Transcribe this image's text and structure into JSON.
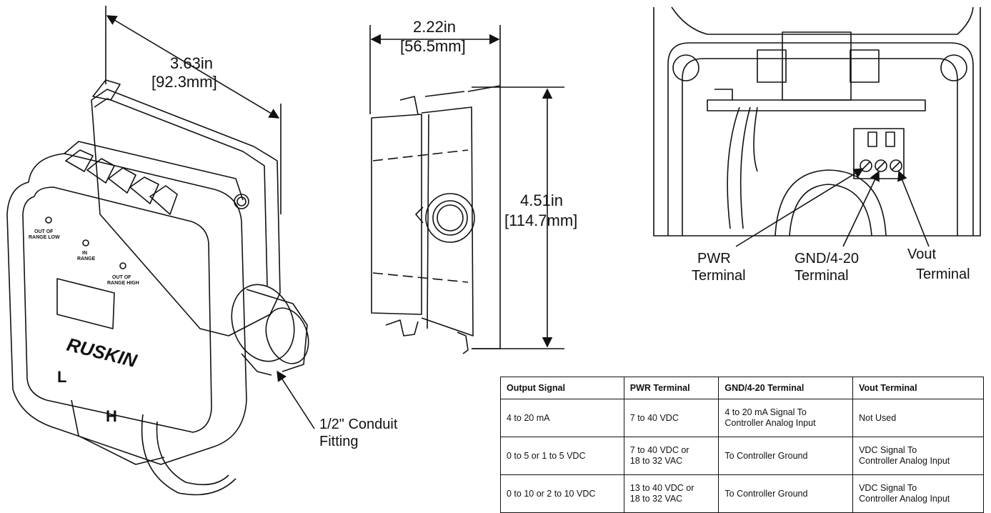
{
  "labels": {
    "width_in": "3.63in",
    "width_mm": "[92.3mm]",
    "depth_in": "2.22in",
    "depth_mm": "[56.5mm]",
    "height_in": "4.51in",
    "height_mm": "[114.7mm]",
    "conduit_line1": "1/2\" Conduit",
    "conduit_line2": "Fitting",
    "pwr_line1": "PWR",
    "pwr_line2": "Terminal",
    "gnd_line1": "GND/4-20",
    "gnd_line2": "Terminal",
    "vout_line1": "Vout",
    "vout_line2": "Terminal",
    "brand": "RUSKIN",
    "key_low": "L",
    "key_high": "H",
    "led_low_1": "OUT OF",
    "led_low_2": "RANGE LOW",
    "led_in_1": "IN",
    "led_in_2": "RANGE",
    "led_high_1": "OUT OF",
    "led_high_2": "RANGE HIGH"
  },
  "table": {
    "headers": [
      "Output Signal",
      "PWR Terminal",
      "GND/4-20 Terminal",
      "Vout Terminal"
    ],
    "rows": [
      [
        "4 to 20 mA",
        "7 to 40 VDC",
        "4 to 20 mA Signal To\nController Analog Input",
        "Not Used"
      ],
      [
        "0 to 5 or 1 to 5 VDC",
        "7 to 40 VDC or\n18 to 32 VAC",
        "To Controller Ground",
        "VDC Signal To\nController Analog Input"
      ],
      [
        "0 to 10 or 2 to 10 VDC",
        "13 to 40 VDC or\n18 to 32 VAC",
        "To Controller Ground",
        "VDC Signal To\nController Analog Input"
      ]
    ]
  }
}
